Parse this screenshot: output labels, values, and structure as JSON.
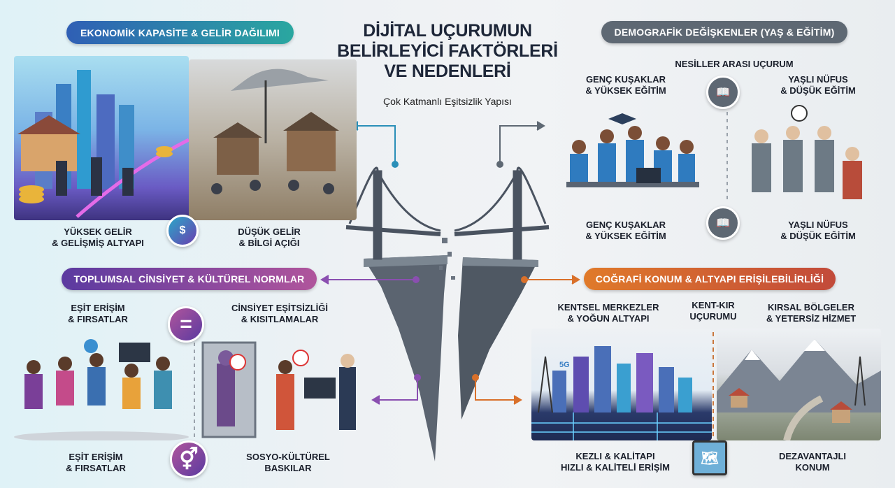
{
  "title": {
    "line1": "DİJİTAL UÇURUMUN",
    "line2": "BELİRLEYİCİ FAKTÖRLERİ",
    "line3": "VE NEDENLERİ",
    "subtitle": "Çok Katmanlı Eşitsizlik Yapısı"
  },
  "economic": {
    "heading": "EKONOMİK KAPASİTE & GELİR DAĞILIMI",
    "left_label": [
      "YÜKSEK GELİR",
      "& GELİŞMİŞ ALTYAPI"
    ],
    "right_label": [
      "DÜŞÜK GELİR",
      "& BİLGİ AÇIĞI"
    ]
  },
  "demographic": {
    "heading": "DEMOGRAFİK DEĞİŞKENLER (YAŞ & EĞİTİM)",
    "center_label": "NESİLLER ARASI UÇURUM",
    "young_top": [
      "GENÇ KUŞAKLAR",
      "& YÜKSEK EĞİTİM"
    ],
    "old_top": [
      "YAŞLI NÜFUS",
      "& DÜŞÜK EĞİTİM"
    ],
    "young_bottom": [
      "GENÇ KUŞAKLAR",
      "& YÜKSEK EĞİTİM"
    ],
    "old_bottom": [
      "YAŞLI NÜFUS",
      "& DÜŞÜK EĞİTİM"
    ]
  },
  "gender": {
    "heading": "TOPLUMSAL CİNSİYET & KÜLTÜREL NORMLAR",
    "left_top": [
      "EŞİT ERİŞİM",
      "& FIRSATLAR"
    ],
    "right_top": [
      "CİNSİYET EŞİTSİZLİĞİ",
      "& KISITLAMALAR"
    ],
    "left_bottom": [
      "EŞİT ERİŞİM",
      "& FIRSATLAR"
    ],
    "right_bottom": [
      "SOSYO-KÜLTÜREL",
      "BASKILAR"
    ],
    "equals_symbol": "=",
    "gender_symbol": "⚥"
  },
  "geography": {
    "heading": "COĞRAFİ KONUM & ALTYAPI ERİŞİLEBİLİRLİĞİ",
    "urban": [
      "KENTSEL MERKEZLER",
      "& YOĞUN ALTYAPI"
    ],
    "divide": [
      "KENT-KIR",
      "UÇURUMU"
    ],
    "rural": [
      "KIRSAL BÖLGELER",
      "& YETERSİZ HİZMET"
    ],
    "urban_bottom": [
      "KEZLI & KALİTAPI",
      "HIZLI & KALİTELİ ERİŞİM"
    ],
    "rural_bottom": [
      "DEZAVANTAJLI",
      "KONUM"
    ],
    "network_badge": "5G"
  },
  "colors": {
    "economic": "#2a8fb8",
    "demographic": "#5e6873",
    "gender": "#8a4fb0",
    "geography": "#d9702a"
  }
}
